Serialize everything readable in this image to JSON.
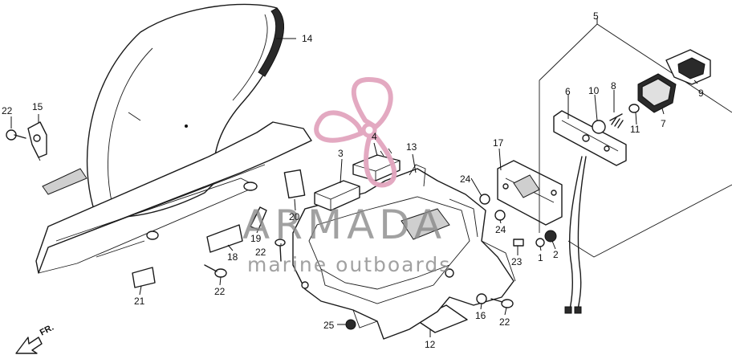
{
  "watermark": {
    "brand": "ARMADA",
    "tagline": "marine outboards",
    "logo_color": "#e2a5be"
  },
  "direction_marker": "FR.",
  "callouts": {
    "c1": "1",
    "c2": "2",
    "c3": "3",
    "c4": "4",
    "c5": "5",
    "c6": "6",
    "c7": "7",
    "c8": "8",
    "c9": "9",
    "c10": "10",
    "c11": "11",
    "c12": "12",
    "c13": "13",
    "c14": "14",
    "c15": "15",
    "c16": "16",
    "c17": "17",
    "c18": "18",
    "c19": "19",
    "c20": "20",
    "c21": "21",
    "c22": "22",
    "c23": "23",
    "c24": "24",
    "c25": "25"
  }
}
